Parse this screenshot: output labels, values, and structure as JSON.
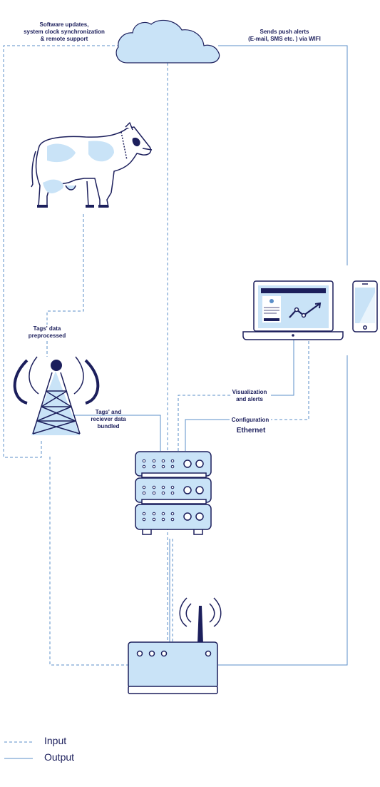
{
  "labels": {
    "cloud_left": "Software updates,\nsystem clock synchronization\n& remote support",
    "cloud_right": "Sends push alerts\n(E-mail, SMS etc. ) via WIFI",
    "tags_preprocessed": "Tags' data\npreprocessed",
    "tags_bundled": "Tags' and\nreciever data\nbundled",
    "visualization": "Visualization\nand alerts",
    "configuration": "Configuration",
    "ethernet": "Ethernet"
  },
  "legend": {
    "input": "Input",
    "output": "Output"
  },
  "colors": {
    "line": "#5b8fc8",
    "dark": "#1c1f5c",
    "fill": "#c9e3f7",
    "text": "#1c1f5c"
  }
}
